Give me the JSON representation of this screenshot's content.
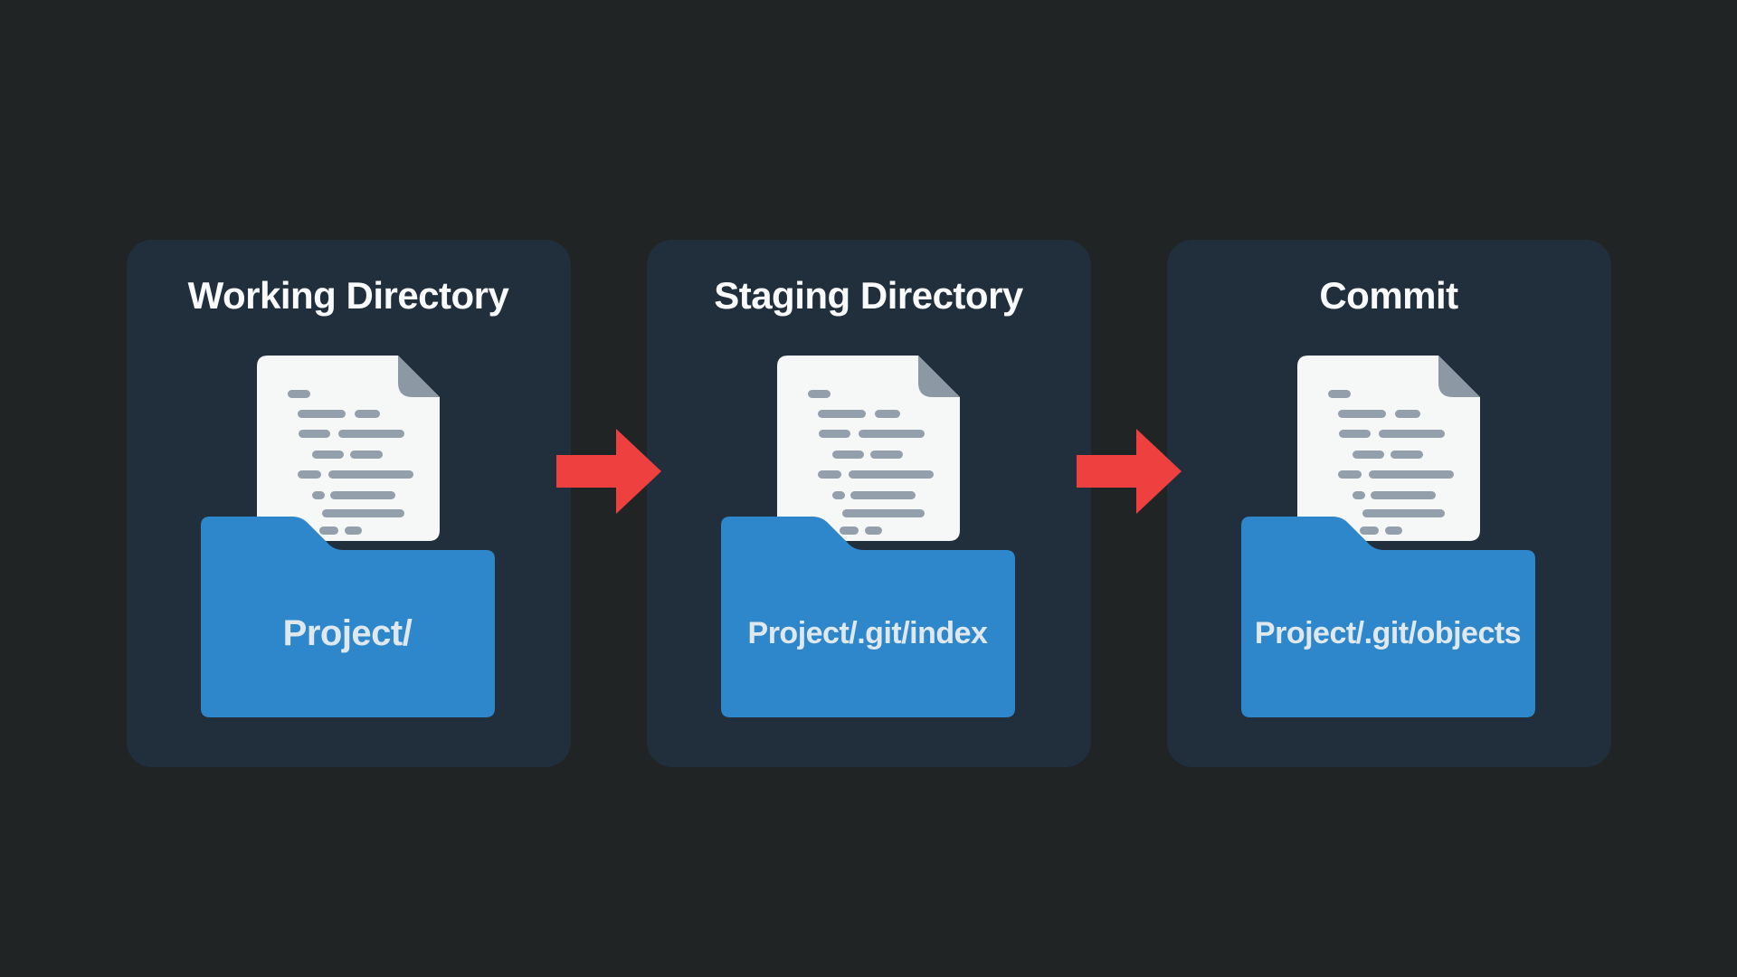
{
  "colors": {
    "background": "#212425",
    "panel": "#212e3c",
    "folder": "#2e87ca",
    "arrow": "#ee403e",
    "paper": "#f6f8f7",
    "fold": "#8c99a5",
    "doc_line": "#93a0ab",
    "title_text": "#f8fafb",
    "label_text": "#dfe8ef"
  },
  "panels": [
    {
      "title": "Working Directory",
      "folder_label": "Project/"
    },
    {
      "title": "Staging Directory",
      "folder_label": "Project/.git/index"
    },
    {
      "title": "Commit",
      "folder_label": "Project/.git/objects"
    }
  ]
}
